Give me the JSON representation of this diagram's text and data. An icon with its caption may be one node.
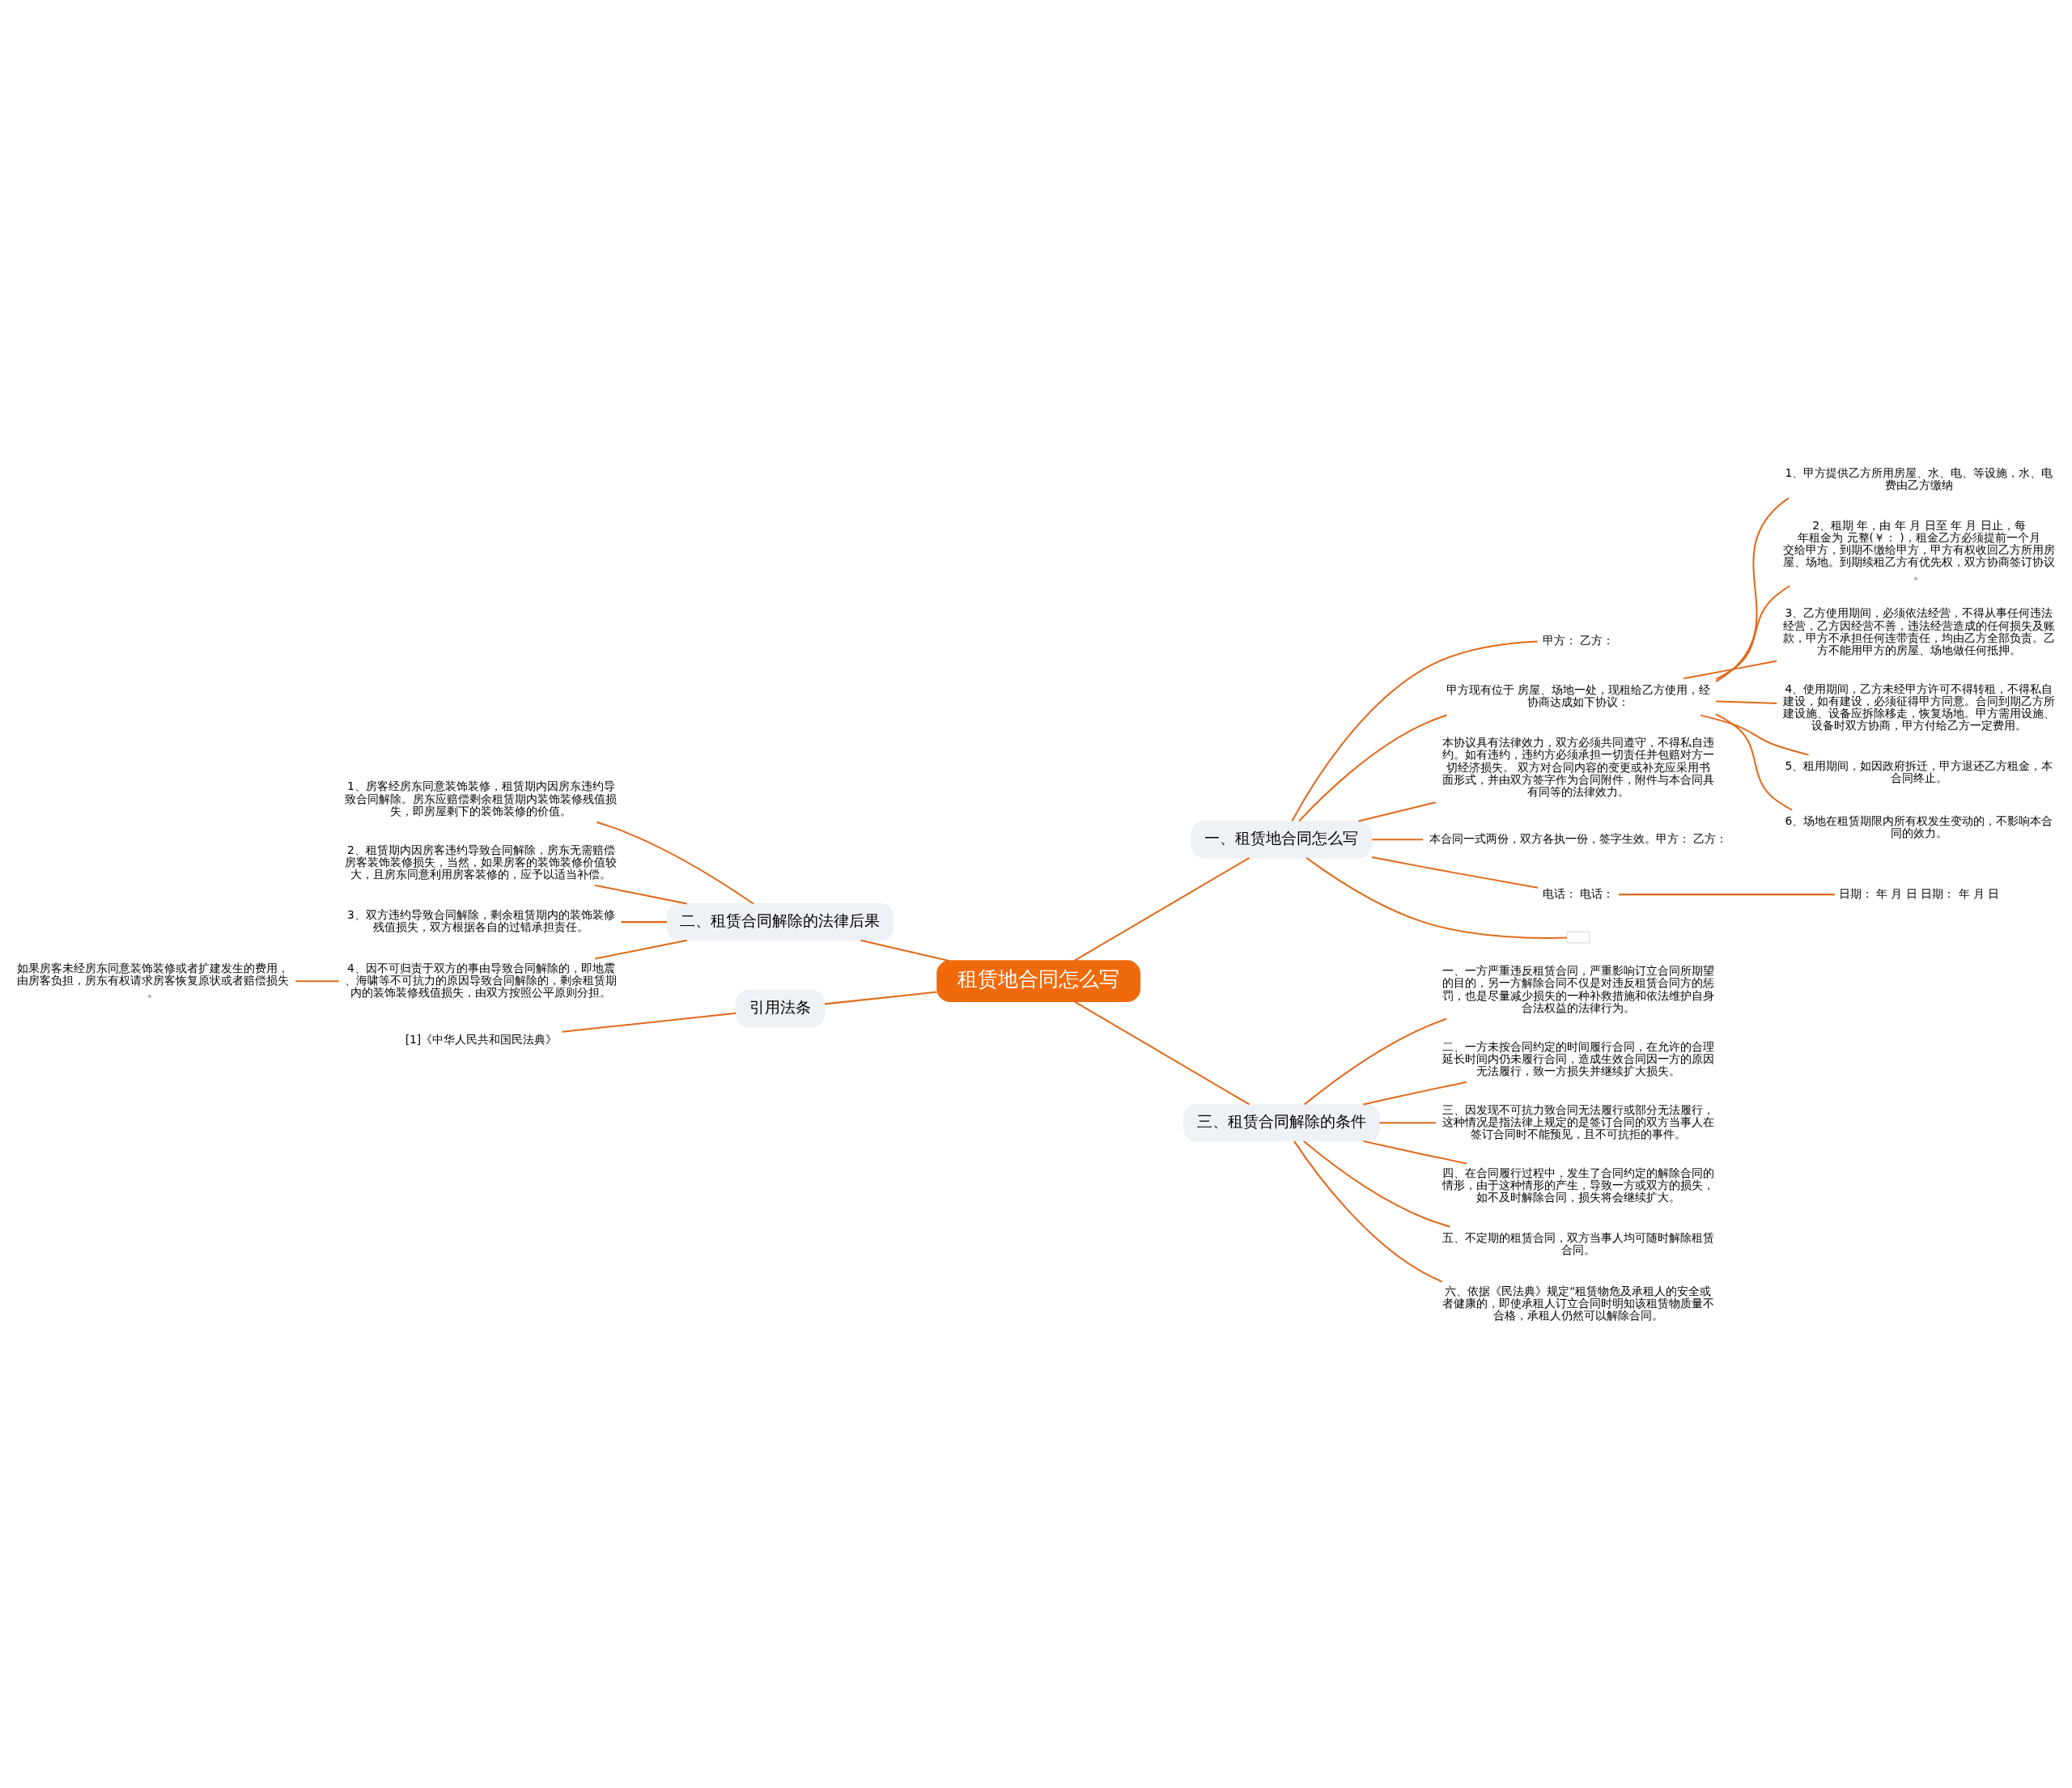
{
  "diagram": {
    "nodes": [
      {
        "text": [
          "租赁地合同怎么写"
        ]
      },
      {
        "text": [
          "一、租赁地合同怎么写"
        ]
      },
      {
        "text": [
          "甲方： 乙方："
        ]
      },
      {
        "text": [
          "甲方现有位于 房屋、场地一处，现租给乙方使用，经协商达成如下协议："
        ]
      },
      {
        "text": [
          "1、甲方提供乙方所用房屋、水、电、等设施，水、电费由乙方缴纳"
        ]
      },
      {
        "text": [
          "2、租期 年，由 年 月 日至 年 月 日止，每年租金为 元整(￥： )，租金乙方必须提前一个月交给甲方，到期不缴给甲方，甲方有权收回乙方所用房屋、场地。到期续租乙方有优先权，双方协商签订协议。"
        ]
      },
      {
        "text": [
          "3、乙方使用期间，必须依法经营，不得从事任何违法经营，乙方因经营不善，违法经营造成的任何损失及账款，甲方不承担任何连带责任，均由乙方全部负责。乙方不能用甲方的房屋、场地做任何抵押。"
        ]
      },
      {
        "text": [
          "4、使用期间，乙方未经甲方许可不得转租，不得私自建设，如有建设，必须征得甲方同意。合同到期乙方所建设施、设备应拆除移走，恢复场地。甲方需用设施、设备时双方协商，甲方付给乙方一定费用。"
        ]
      },
      {
        "text": [
          "5、租用期间，如因政府拆迁，甲方退还乙方租金，本合同终止。"
        ]
      },
      {
        "text": [
          "6、场地在租赁期限内所有权发生变动的，不影响本合同的效力。"
        ]
      },
      {
        "text": [
          "本协议具有法律效力，双方必须共同遵守，不得私自违约。如有违约，违约方必须承担一切责任并包赔对方一切经济损失。 双方对合同内容的变更或补充应采用书面形式，并由双方签字作为合同附件，附件与本合同具有同等的法律效力。"
        ]
      },
      {
        "text": [
          "本合同一式两份，双方各执一份，签字生效。甲方： 乙方："
        ]
      },
      {
        "text": [
          "电话： 电话："
        ]
      },
      {
        "text": [
          "日期： 年 月 日 日期： 年 月 日"
        ]
      },
      {
        "text": [],
        "shape": "box"
      },
      {
        "text": [
          "三、租赁合同解除的条件"
        ]
      },
      {
        "text": [
          "一、一方严重违反租赁合同，严重影响订立合同所期望的目的，另一方解除合同不仅是对违反租赁合同方的惩罚，也是尽量减少损失的一种补救措施和依法维护自身合法权益的法律行为。"
        ]
      },
      {
        "text": [
          "二、一方未按合同约定的时间履行合同，在允许的合理延长时间内仍未履行合同，造成生效合同因一方的原因无法履行，致一方损失并继续扩大损失。"
        ]
      },
      {
        "text": [
          "三、因发现不可抗力致合同无法履行或部分无法履行，这种情况是指法律上规定的是签订合同的双方当事人在签订合同时不能预见，且不可抗拒的事件。"
        ]
      },
      {
        "text": [
          "四、在合同履行过程中，发生了合同约定的解除合同的情形，由于这种情形的产生，导致一方或双方的损失，如不及时解除合同，损失将会继续扩大。"
        ]
      },
      {
        "text": [
          "五、不定期的租赁合同，双方当事人均可随时解除租赁合同。"
        ]
      },
      {
        "text": [
          "六、依据《民法典》规定“租赁物危及承租人的安全或者健康的，即使承租人订立合同时明知该租赁物质量不合格，承租人仍然可以解除合同。"
        ]
      },
      {
        "text": [
          "二、租赁合同解除的法律后果"
        ]
      },
      {
        "text": [
          "1、房客经房东同意装饰装修，租赁期内因房东违约导致合同解除。房东应赔偿剩余租赁期内装饰装修残值损失，即房屋剩下的装饰装修的价值。"
        ]
      },
      {
        "text": [
          "2、租赁期内因房客违约导致合同解除，房东无需赔偿房客装饰装修损失，当然，如果房客的装饰装修价值较大，且房东同意利用房客装修的，应予以适当补偿。"
        ]
      },
      {
        "text": [
          "3、双方违约导致合同解除，剩余租赁期内的装饰装修残值损失，双方根据各自的过错承担责任。"
        ]
      },
      {
        "text": [
          "4、因不可归责于双方的事由导致合同解除的，即地震、海啸等不可抗力的原因导致合同解除的，剩余租赁期内的装饰装修残值损失，由双方按照公平原则分担。"
        ]
      },
      {
        "text": [
          "如果房客未经房东同意装饰装修或者扩建发生的费用，由房客负担，房东有权请求房客恢复原状或者赔偿损失。"
        ]
      },
      {
        "text": [
          "引用法条"
        ]
      },
      {
        "text": [
          "[1]《中华人民共和国民法典》"
        ]
      }
    ],
    "edges": [
      {
        "from": 0,
        "to": 1,
        "arrow": "none"
      },
      {
        "from": 1,
        "to": 2,
        "arrow": "none"
      },
      {
        "from": 1,
        "to": 3,
        "arrow": "none"
      },
      {
        "from": 3,
        "to": 4,
        "arrow": "none"
      },
      {
        "from": 3,
        "to": 5,
        "arrow": "none"
      },
      {
        "from": 3,
        "to": 6,
        "arrow": "none"
      },
      {
        "from": 3,
        "to": 7,
        "arrow": "none"
      },
      {
        "from": 3,
        "to": 8,
        "arrow": "none"
      },
      {
        "from": 3,
        "to": 9,
        "arrow": "none"
      },
      {
        "from": 1,
        "to": 10,
        "arrow": "none"
      },
      {
        "from": 1,
        "to": 11,
        "arrow": "none"
      },
      {
        "from": 1,
        "to": 12,
        "arrow": "none"
      },
      {
        "from": 12,
        "to": 13,
        "arrow": "none"
      },
      {
        "from": 1,
        "to": 14,
        "arrow": "none"
      },
      {
        "from": 0,
        "to": 15,
        "arrow": "none"
      },
      {
        "from": 15,
        "to": 16,
        "arrow": "none"
      },
      {
        "from": 15,
        "to": 17,
        "arrow": "none"
      },
      {
        "from": 15,
        "to": 18,
        "arrow": "none"
      },
      {
        "from": 15,
        "to": 19,
        "arrow": "none"
      },
      {
        "from": 15,
        "to": 20,
        "arrow": "none"
      },
      {
        "from": 15,
        "to": 21,
        "arrow": "none"
      },
      {
        "from": 0,
        "to": 22,
        "arrow": "none"
      },
      {
        "from": 22,
        "to": 23,
        "arrow": "none"
      },
      {
        "from": 22,
        "to": 24,
        "arrow": "none"
      },
      {
        "from": 22,
        "to": 25,
        "arrow": "none"
      },
      {
        "from": 22,
        "to": 26,
        "arrow": "none"
      },
      {
        "from": 26,
        "to": 27,
        "arrow": "none"
      },
      {
        "from": 0,
        "to": 28,
        "arrow": "none"
      },
      {
        "from": 28,
        "to": 29,
        "arrow": "none"
      }
    ]
  }
}
